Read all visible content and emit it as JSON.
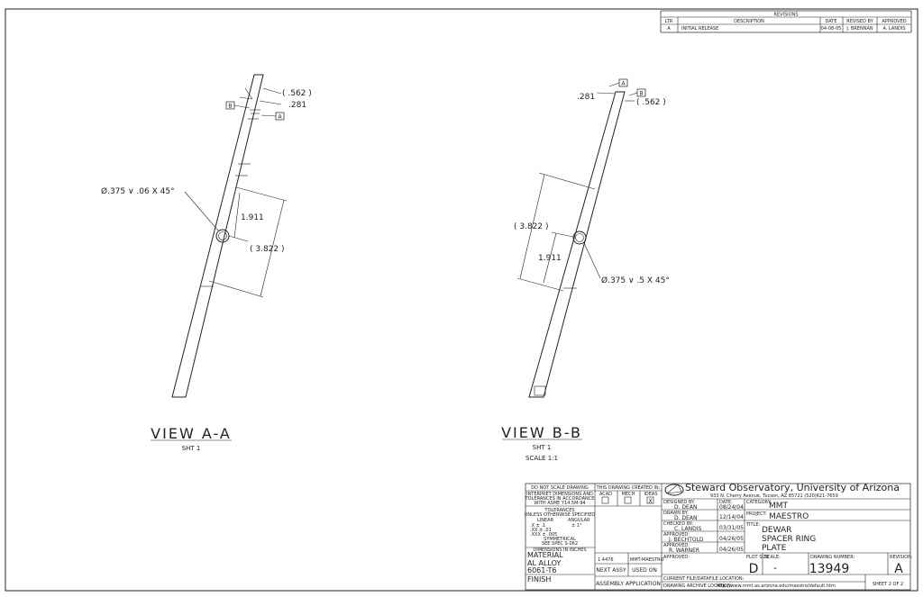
{
  "revisions": {
    "header": "REVISIONS",
    "col_ltr": "LTR",
    "col_desc": "DESCRIPTION",
    "col_date": "DATE",
    "col_revised": "REVISED BY",
    "col_approved": "APPROVED",
    "row": {
      "ltr": "A",
      "desc": "INITIAL RELEASE",
      "date": "04-08-05",
      "revised": "J. BRENNAN",
      "approved": "A. LANDIS"
    }
  },
  "view_a": {
    "label_b": "B",
    "label_a": "A",
    "dim_562": "( .562 )",
    "dim_281": ".281",
    "callout": "Ø.375 ∨ .06 X 45°",
    "dim_1911": "1.911",
    "dim_3822": "( 3.822 )",
    "title": "VIEW A-A",
    "sheet": "SHT 1"
  },
  "view_b": {
    "label_a": "A",
    "label_b": "B",
    "dim_281": ".281",
    "dim_562": "( .562 )",
    "dim_3822": "( 3.822 )",
    "dim_1911": "1.911",
    "callout": "Ø.375 ∨ .5 X 45°",
    "title": "VIEW B-B",
    "sheet": "SHT 1",
    "scale": "SCALE 1:1"
  },
  "title_block": {
    "do_not_scale": "DO NOT SCALE DRAWING",
    "interpret_1": "INTERPRET DIMENSIONS AND",
    "interpret_2": "TOLERANCES IN ACCORDANCE",
    "interpret_3": "WITH ASME Y14.5M-94",
    "tolerances": "TOLERANCES",
    "unless": "UNLESS OTHERWISE SPECIFIED",
    "linear": "LINEAR",
    "angular": "ANGULAR",
    "tol_x": ".X   ± .1",
    "tol_xx": ".XX  ± .01",
    "tol_xxx": ".XXX ± .005",
    "tol_ang": "± 1°",
    "symmetrical": "SYMMETRICAL",
    "see_spec": "SEE SPEC S-062",
    "dims_inch": "DIMENSIONS IN INCHES",
    "material_label": "MATERIAL",
    "material_1": "AL ALLOY",
    "material_2": "6061-T6",
    "finish_label": "FINISH",
    "created_in": "THIS DRAWING CREATED IN:",
    "acad": "ACAD",
    "mech": "MECH",
    "ideas": "IDEAS",
    "ideas_mark": "X",
    "qty": "1.4476",
    "used_on_val": "MMT-MAESTRO",
    "next_assy": "NEXT ASSY",
    "used_on": "USED ON",
    "assembly_app": "ASSEMBLY APPLICATION",
    "designed_by_label": "DESIGNED BY:",
    "designed_by": "D. DEAN",
    "designed_date_label": "DATE:",
    "designed_date": "08/24/04",
    "drawn_by_label": "DRAWN BY:",
    "drawn_by": "D. DEAN",
    "drawn_date": "12/14/04",
    "checked_by_label": "CHECKED BY:",
    "checked_by": "C. LANDIS",
    "checked_date": "03/31/05",
    "approved1_label": "APPROVED:",
    "approved1": "J. BECHTOLD",
    "approved1_date": "04/26/05",
    "approved2_label": "APPROVED:",
    "approved2": "R. WARNER",
    "approved2_date": "04/26/05",
    "approved3_label": "APPROVED:",
    "org_name": "Steward Observatory, University of Arizona",
    "org_addr": "933 N. Cherry Avenue, Tucson, AZ 85721  (520)621-7659",
    "category_label": "CATEGORY:",
    "category": "MMT",
    "project_label": "PROJECT:",
    "project": "MAESTRO",
    "title_label": "TITLE:",
    "title_1": "DEWAR",
    "title_2": "SPACER RING",
    "title_3": "PLATE",
    "plot_size_label": "PLOT SIZE",
    "plot_size": "D",
    "scale_label": "SCALE:",
    "scale": "-",
    "drawing_no_label": "DRAWING NUMBER:",
    "drawing_no": "13949",
    "revision_label": "REVISION:",
    "revision": "A",
    "current_loc_label": "CURRENT FILE/DATAFILE LOCATION:",
    "archive_label": "DRAWING ARCHIVE LOCATION:",
    "archive_path": "http://www.mmt.as.arizona.edu/maestro/default.htm",
    "sheet": "SHEET 2 OF 2"
  }
}
